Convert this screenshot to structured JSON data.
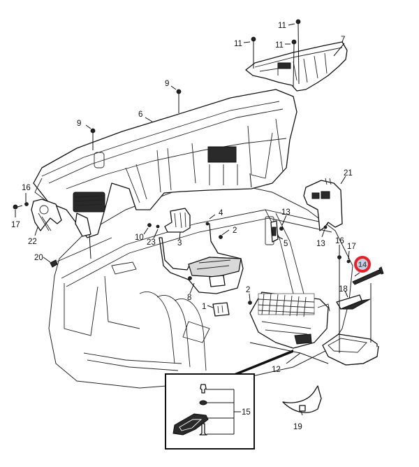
{
  "diagram": {
    "type": "exploded-parts-view",
    "subject": "Instrument panel carrier, floor console and related components",
    "highlight": {
      "callout": "14",
      "ring_color": "#e8202a",
      "fill_color": "#c8d0e0",
      "text_color": "#4a5568"
    },
    "callouts": [
      {
        "id": "c11a",
        "label": "11"
      },
      {
        "id": "c11b",
        "label": "11"
      },
      {
        "id": "c11c",
        "label": "11"
      },
      {
        "id": "c7",
        "label": "7"
      },
      {
        "id": "c9a",
        "label": "9"
      },
      {
        "id": "c9b",
        "label": "9"
      },
      {
        "id": "c6",
        "label": "6"
      },
      {
        "id": "c16a",
        "label": "16"
      },
      {
        "id": "c17a",
        "label": "17"
      },
      {
        "id": "c22",
        "label": "22"
      },
      {
        "id": "c21",
        "label": "21"
      },
      {
        "id": "c4",
        "label": "4"
      },
      {
        "id": "c10",
        "label": "10"
      },
      {
        "id": "c23",
        "label": "23"
      },
      {
        "id": "c3",
        "label": "3"
      },
      {
        "id": "c2a",
        "label": "2"
      },
      {
        "id": "c13a",
        "label": "13"
      },
      {
        "id": "c5",
        "label": "5"
      },
      {
        "id": "c13b",
        "label": "13"
      },
      {
        "id": "c16b",
        "label": "16"
      },
      {
        "id": "c17b",
        "label": "17"
      },
      {
        "id": "c14",
        "label": "14"
      },
      {
        "id": "c20",
        "label": "20"
      },
      {
        "id": "c8",
        "label": "8"
      },
      {
        "id": "c2b",
        "label": "2"
      },
      {
        "id": "c1",
        "label": "1"
      },
      {
        "id": "c18",
        "label": "18"
      },
      {
        "id": "c12",
        "label": "12"
      },
      {
        "id": "c15",
        "label": "15"
      },
      {
        "id": "c19",
        "label": "19"
      }
    ]
  }
}
